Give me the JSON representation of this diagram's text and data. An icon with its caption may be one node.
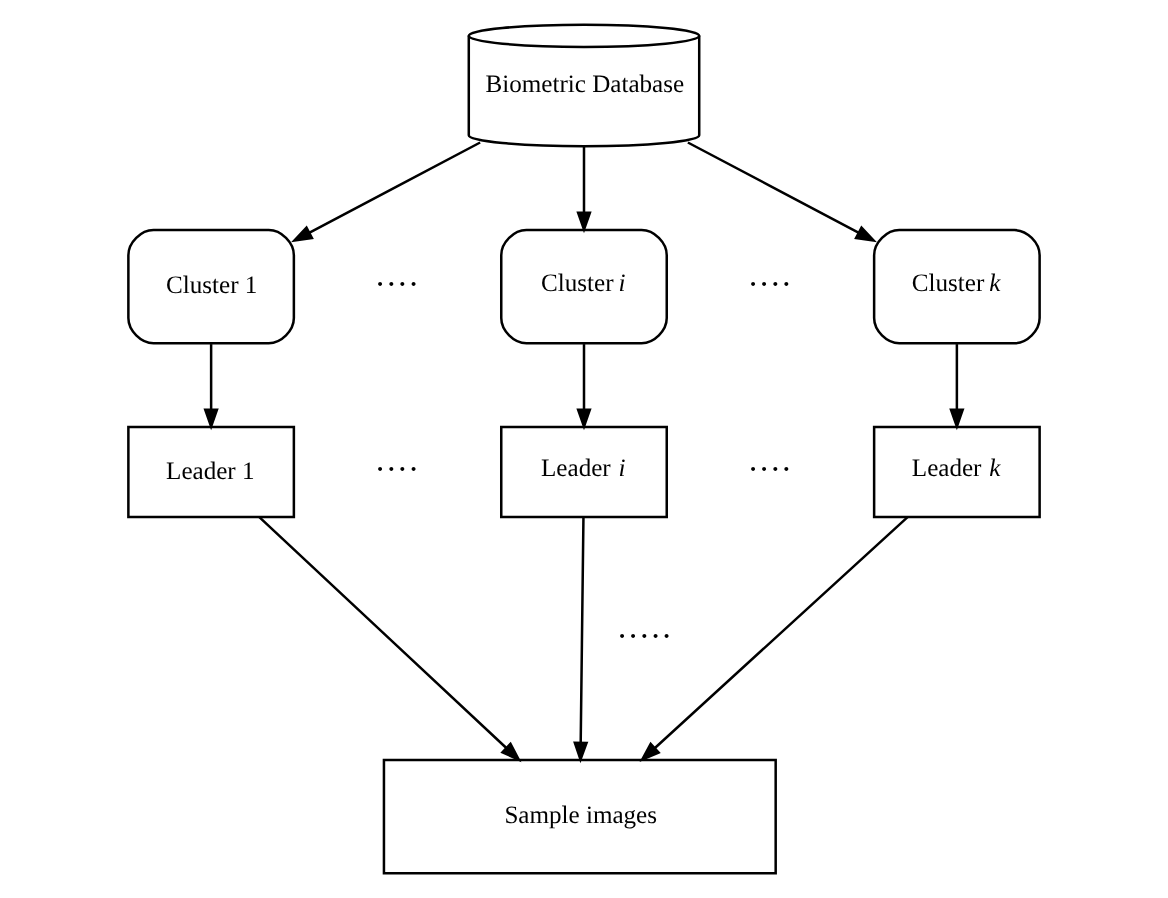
{
  "diagram": {
    "nodes": [
      {
        "text": [
          "Biometric Database"
        ]
      },
      {
        "text": [
          "Cluster 1"
        ]
      },
      {
        "text": [
          "Cluster *i*"
        ]
      },
      {
        "text": [
          "Cluster *k*"
        ]
      },
      {
        "text": [
          "Leader 1"
        ]
      },
      {
        "text": [
          "Leader *i*"
        ]
      },
      {
        "text": [
          "Leader *k*"
        ]
      },
      {
        "text": [
          "Sample images"
        ]
      }
    ],
    "edges": [
      {
        "from": 0,
        "to": 1,
        "arrow": "to"
      },
      {
        "from": 0,
        "to": 2,
        "arrow": "to"
      },
      {
        "from": 0,
        "to": 3,
        "arrow": "to"
      },
      {
        "from": 1,
        "to": 4,
        "arrow": "to"
      },
      {
        "from": 2,
        "to": 5,
        "arrow": "to"
      },
      {
        "from": 3,
        "to": 6,
        "arrow": "to"
      },
      {
        "from": 4,
        "to": 7,
        "arrow": "to"
      },
      {
        "from": 5,
        "to": 7,
        "arrow": "to"
      },
      {
        "from": 6,
        "to": 7,
        "arrow": "to"
      }
    ],
    "labels": [
      "····",
      "····",
      "····",
      "····",
      "·····"
    ]
  }
}
